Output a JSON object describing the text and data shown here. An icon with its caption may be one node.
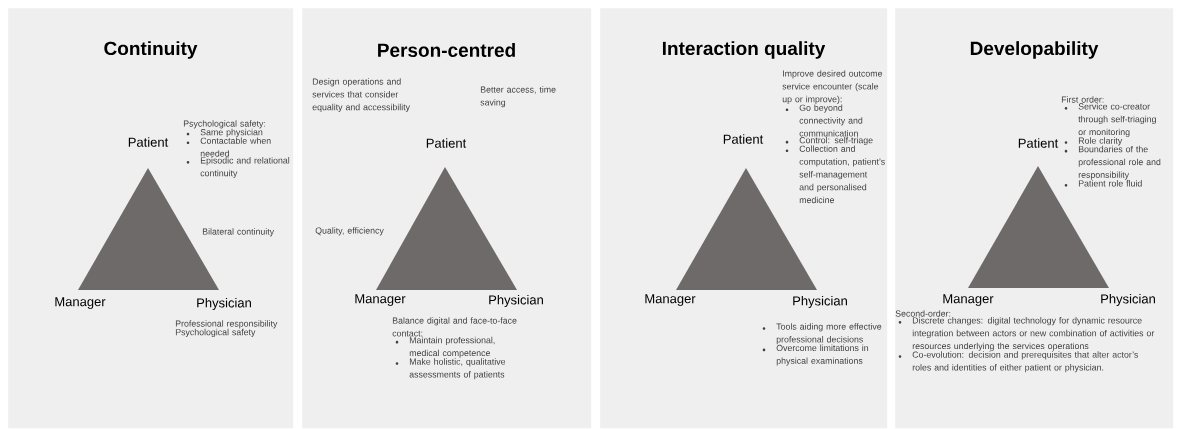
{
  "diagram": {
    "nodes": [
      {
        "text": [
          "Continuity"
        ]
      },
      {
        "text": [
          "Person-centred"
        ]
      },
      {
        "text": [
          "Interaction quality"
        ]
      },
      {
        "text": [
          "Developability"
        ]
      },
      {
        "text": [],
        "shape": "triangle",
        "in": 0,
        "beside": [
          "Patient",
          "Manager",
          "Physician"
        ]
      },
      {
        "text": [],
        "shape": "triangle",
        "in": 1,
        "beside": [
          "Patient",
          "Manager",
          "Physician"
        ]
      },
      {
        "text": [],
        "shape": "triangle",
        "in": 2,
        "beside": [
          "Patient",
          "Manager",
          "Physician"
        ]
      },
      {
        "text": [],
        "shape": "triangle",
        "in": 3,
        "beside": [
          "Patient",
          "Manager",
          "Physician"
        ]
      }
    ],
    "edges": [],
    "labels": [
      "Psychological safety:",
      "Same physician",
      "Contactable when needed",
      "Episodic and relational continuity",
      "Bilateral continuity",
      "Professional responsibility",
      "Psychological safety",
      "Design operations and services that consider equality and accessibility",
      "Better access, time saving",
      "Quality, efficiency",
      "Balance digital and face-to-face contact:",
      "Maintain professional, medical competence",
      "Make holistic, qualitative assessments of patients",
      "Improve desired outcome service encounter (scale up or improve):",
      "Go beyond connectivity and communication",
      "Control: self-triage",
      "Collection and computation, patient’s self-management and personalised medicine",
      "Tools aiding more effective professional decisions",
      "Overcome limitations in physical examinations",
      "First order:",
      "Service co-creator through self-triaging or monitoring",
      "Role clarity",
      "Boundaries of the professional role and responsibility",
      "Patient role fluid",
      "Second-order:",
      "Discrete changes: digital technology for dynamic resource integration between actors or new combination of activities or resources underlying the services operations",
      "Co-evolution: decision and prerequisites that alter actor’s roles and identities of either patient or physician."
    ]
  }
}
